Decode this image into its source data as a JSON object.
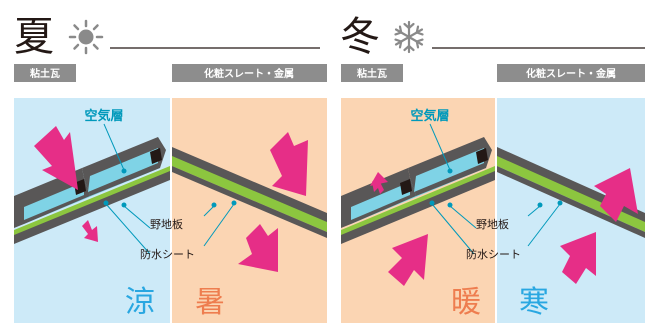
{
  "summer": {
    "season": "夏",
    "icon": "sun-icon",
    "left_tag": "粘土瓦",
    "right_tag": "化粧スレート・金属",
    "air_layer": "空気層",
    "board": "野地板",
    "sheet": "防水シート",
    "left_word": "涼",
    "right_word": "暑"
  },
  "winter": {
    "season": "冬",
    "icon": "snowflake-icon",
    "left_tag": "粘土瓦",
    "right_tag": "化粧スレート・金属",
    "air_layer": "空気層",
    "board": "野地板",
    "sheet": "防水シート",
    "left_word": "暖",
    "right_word": "寒"
  },
  "colors": {
    "arrow": "#e62e87",
    "cool": "#cdeaf8",
    "warm": "#fbd5b3",
    "air": "#7fd3e6",
    "tile": "#595757",
    "board": "#8cc63f",
    "tag_bg": "#8d8d8d",
    "cool_text": "#29a7e1",
    "warm_text": "#ee7d4f",
    "line": "#0099bb"
  }
}
